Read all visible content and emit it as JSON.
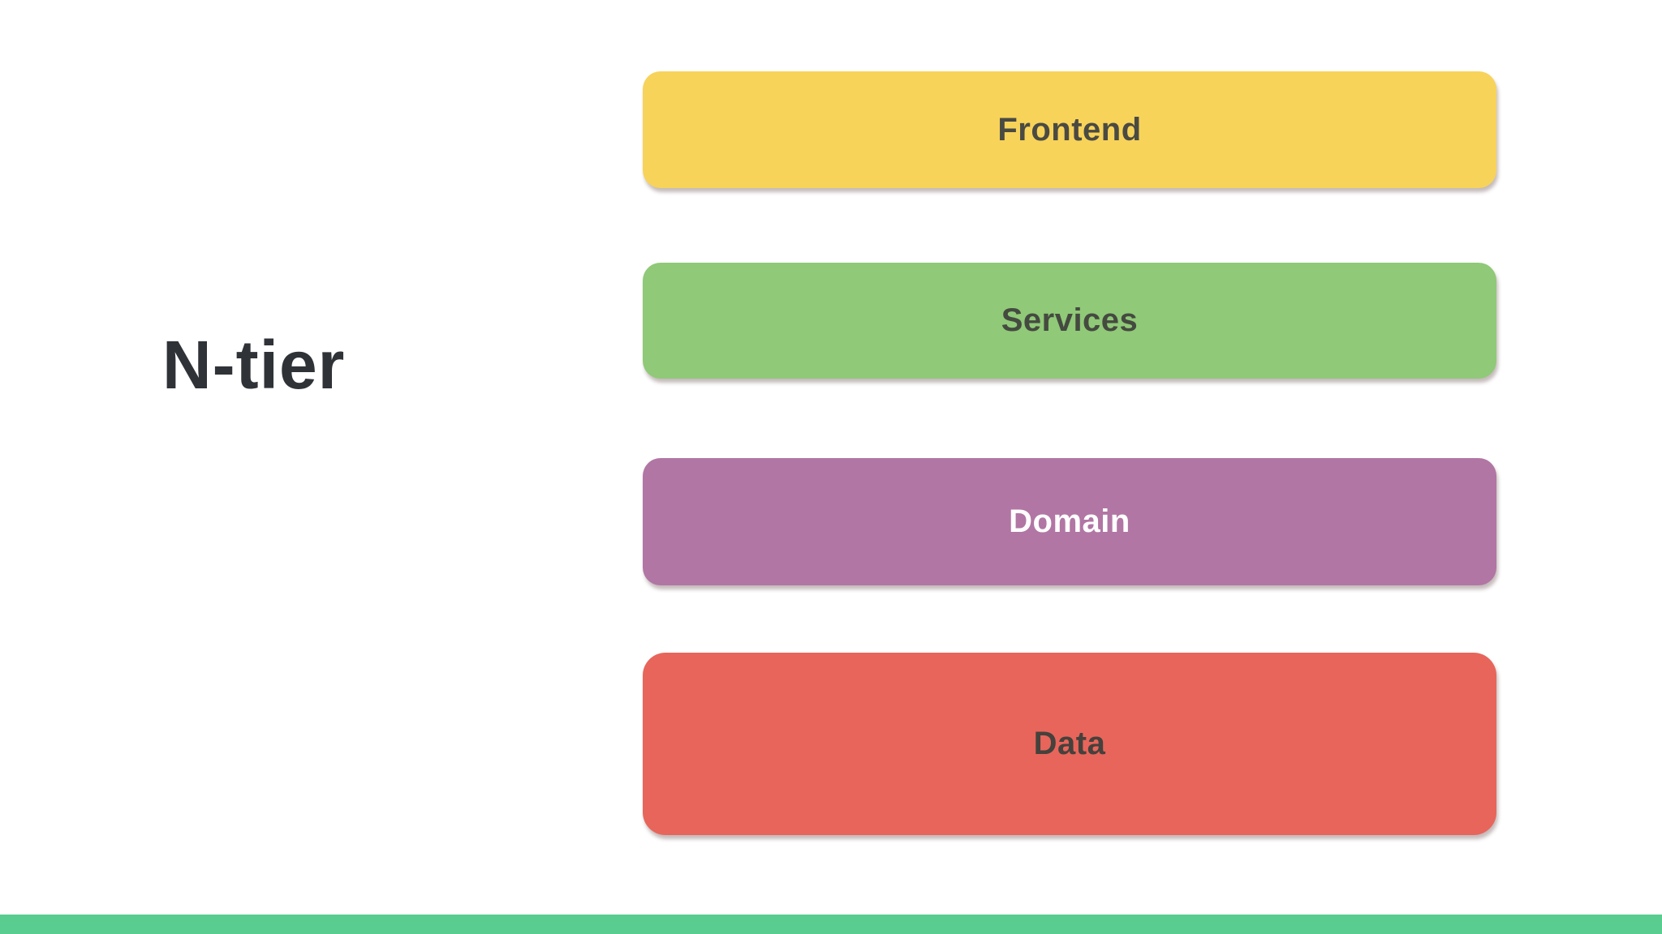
{
  "slide": {
    "title": "N-tier",
    "title_color": "#2f3338",
    "background": "#ffffff"
  },
  "diagram": {
    "type": "layered-architecture",
    "tiers": [
      {
        "label": "Frontend",
        "color": "#f7d35a",
        "text_color": "#4a4a42"
      },
      {
        "label": "Services",
        "color": "#90c978",
        "text_color": "#454a40"
      },
      {
        "label": "Domain",
        "color": "#b176a4",
        "text_color": "#ffffff"
      },
      {
        "label": "Data",
        "color": "#e8655b",
        "text_color": "#45413c"
      }
    ]
  },
  "footer": {
    "bar_color": "#58cd8f"
  }
}
